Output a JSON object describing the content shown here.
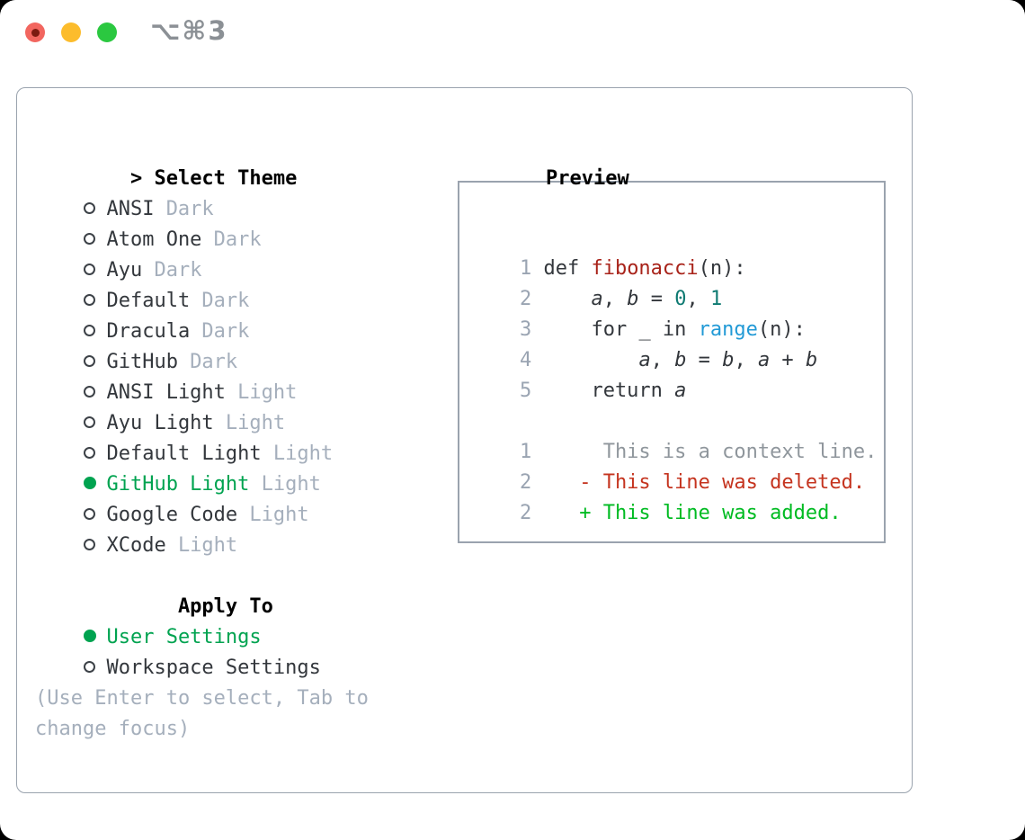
{
  "window": {
    "title": "⌥⌘3",
    "traffic_lights": [
      "close",
      "minimize",
      "zoom"
    ]
  },
  "theme_menu": {
    "prompt": ">",
    "header": "Select Theme",
    "items": [
      {
        "name": "ANSI",
        "variant": "Dark",
        "selected": false
      },
      {
        "name": "Atom One",
        "variant": "Dark",
        "selected": false
      },
      {
        "name": "Ayu",
        "variant": "Dark",
        "selected": false
      },
      {
        "name": "Default",
        "variant": "Dark",
        "selected": false
      },
      {
        "name": "Dracula",
        "variant": "Dark",
        "selected": false
      },
      {
        "name": "GitHub",
        "variant": "Dark",
        "selected": false
      },
      {
        "name": "ANSI Light",
        "variant": "Light",
        "selected": false
      },
      {
        "name": "Ayu Light",
        "variant": "Light",
        "selected": false
      },
      {
        "name": "Default Light",
        "variant": "Light",
        "selected": false
      },
      {
        "name": "GitHub Light",
        "variant": "Light",
        "selected": true
      },
      {
        "name": "Google Code",
        "variant": "Light",
        "selected": false
      },
      {
        "name": "XCode",
        "variant": "Light",
        "selected": false
      }
    ]
  },
  "apply_to": {
    "header": "Apply To",
    "options": [
      {
        "label": "User Settings",
        "selected": true
      },
      {
        "label": "Workspace Settings",
        "selected": false
      }
    ]
  },
  "hint": "(Use Enter to select, Tab to change focus)",
  "preview": {
    "header": "Preview",
    "code_lines": [
      {
        "num": "1",
        "tokens": [
          [
            "pl",
            "def "
          ],
          [
            "fn",
            "fibonacci"
          ],
          [
            "pl",
            "(n):"
          ]
        ]
      },
      {
        "num": "2",
        "tokens": [
          [
            "pl",
            "    "
          ],
          [
            "var",
            "a"
          ],
          [
            "pl",
            ", "
          ],
          [
            "var",
            "b"
          ],
          [
            "pl",
            " = "
          ],
          [
            "num",
            "0"
          ],
          [
            "pl",
            ", "
          ],
          [
            "num",
            "1"
          ]
        ]
      },
      {
        "num": "3",
        "tokens": [
          [
            "pl",
            "    for "
          ],
          [
            "var",
            "_"
          ],
          [
            "pl",
            " in "
          ],
          [
            "bi",
            "range"
          ],
          [
            "pl",
            "(n):"
          ]
        ]
      },
      {
        "num": "4",
        "tokens": [
          [
            "pl",
            "        "
          ],
          [
            "var",
            "a"
          ],
          [
            "pl",
            ", "
          ],
          [
            "var",
            "b"
          ],
          [
            "pl",
            " = "
          ],
          [
            "var",
            "b"
          ],
          [
            "pl",
            ", "
          ],
          [
            "var",
            "a"
          ],
          [
            "pl",
            " + "
          ],
          [
            "var",
            "b"
          ]
        ]
      },
      {
        "num": "5",
        "tokens": [
          [
            "pl",
            "    return "
          ],
          [
            "var",
            "a"
          ]
        ]
      }
    ],
    "diff_lines": [
      {
        "num": "1",
        "kind": "context",
        "text": "     This is a context line."
      },
      {
        "num": "2",
        "kind": "deleted",
        "text": "   - This line was deleted."
      },
      {
        "num": "2",
        "kind": "added",
        "text": "   + This line was added."
      }
    ]
  },
  "colors": {
    "accent_green": "#00a350",
    "added_green": "#00bb22",
    "deleted_red": "#c5341f",
    "function_red": "#a8231a",
    "number_teal": "#0e7a72",
    "builtin_blue": "#229ad6",
    "text_dark": "#33373c",
    "heading_black": "#000000",
    "muted_gray": "#a5afbc",
    "line_number_gray": "#9aa4b2",
    "context_gray": "#8f969c",
    "panel_border": "#9aa3ae",
    "title_gray": "#8b9095",
    "tl_red": "#f2665f",
    "tl_red_dot": "#7c1a10",
    "tl_yellow": "#fcbc2c",
    "tl_green": "#2bc840"
  }
}
